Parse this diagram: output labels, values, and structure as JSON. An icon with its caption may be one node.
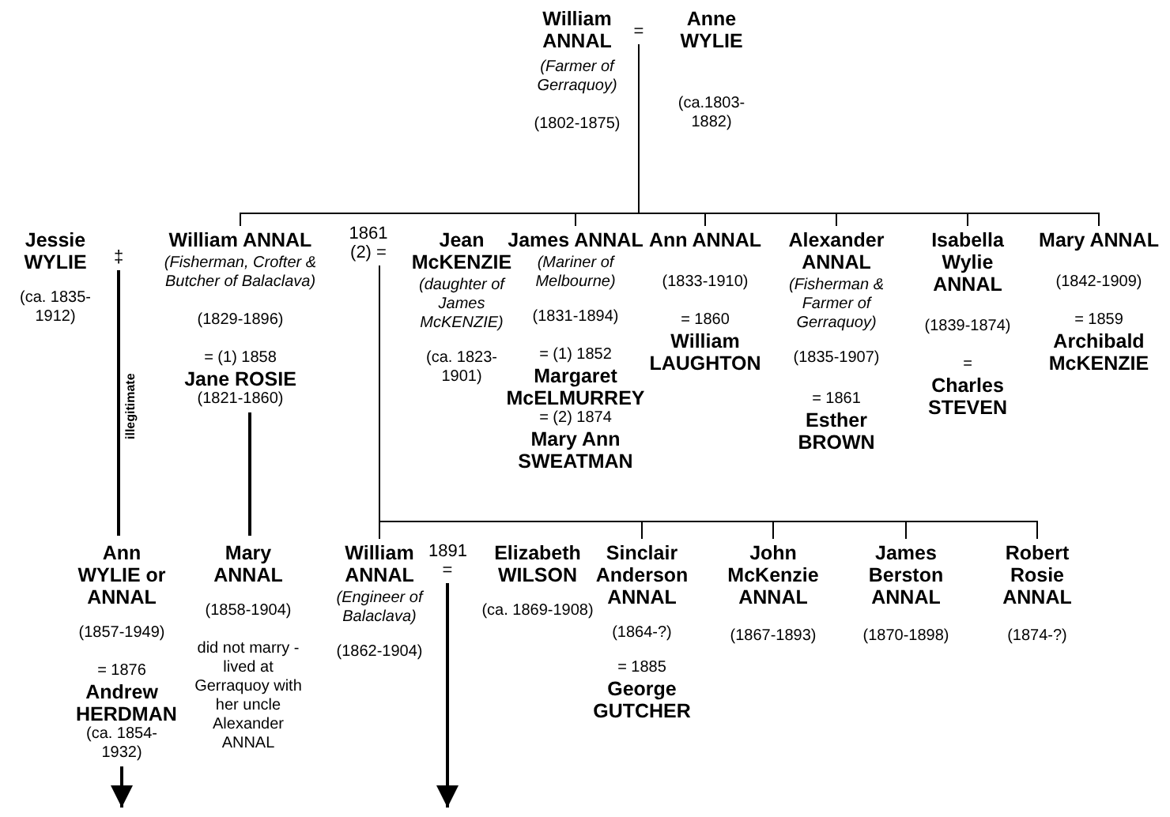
{
  "diagram": {
    "nodes": [
      {
        "text": [
          "William ANNAL",
          "(Farmer of Gerraquoy)",
          "(1802-1875)"
        ]
      },
      {
        "text": [
          "="
        ]
      },
      {
        "text": [
          "Anne WYLIE",
          "(ca.1803-1882)"
        ]
      },
      {
        "text": [
          "Jessie WYLIE",
          "(ca. 1835-1912)"
        ]
      },
      {
        "text": [
          "‡"
        ]
      },
      {
        "text": [
          "William ANNAL",
          "(Fisherman, Crofter & Butcher of Balaclava)",
          "(1829-1896)",
          "= (1) 1858",
          "Jane ROSIE",
          "(1821-1860)"
        ]
      },
      {
        "text": [
          "1861 (2) ="
        ]
      },
      {
        "text": [
          "Jean McKENZIE",
          "(daughter of James McKENZIE)",
          "(ca. 1823-1901)"
        ]
      },
      {
        "text": [
          "James ANNAL",
          "(Mariner of Melbourne)",
          "(1831-1894)",
          "= (1) 1852",
          "Margaret McELMURREY",
          "= (2) 1874",
          "Mary Ann SWEATMAN"
        ]
      },
      {
        "text": [
          "Ann ANNAL",
          "(1833-1910)",
          "= 1860",
          "William LAUGHTON"
        ]
      },
      {
        "text": [
          "Alexander ANNAL",
          "(Fisherman & Farmer of Gerraquoy)",
          "(1835-1907)",
          "= 1861",
          "Esther BROWN"
        ]
      },
      {
        "text": [
          "Isabella Wylie ANNAL",
          "(1839-1874)",
          "=",
          "Charles STEVEN"
        ]
      },
      {
        "text": [
          "Mary ANNAL",
          "(1842-1909)",
          "= 1859",
          "Archibald McKENZIE"
        ]
      },
      {
        "text": [
          "Ann WYLIE or ANNAL",
          "(1857-1949)",
          "= 1876",
          "Andrew HERDMAN",
          "(ca. 1854-1932)"
        ]
      },
      {
        "text": [
          "Mary ANNAL",
          "(1858-1904)",
          "did not marry - lived at Gerraquoy with her uncle Alexander ANNAL"
        ]
      },
      {
        "text": [
          "William ANNAL",
          "(Engineer of Balaclava)",
          "(1862-1904)"
        ]
      },
      {
        "text": [
          "1891 ="
        ]
      },
      {
        "text": [
          "Elizabeth WILSON",
          "(ca. 1869-1908)"
        ]
      },
      {
        "text": [
          "Sinclair Anderson ANNAL",
          "(1864-?)",
          "= 1885",
          "George GUTCHER"
        ]
      },
      {
        "text": [
          "John McKenzie ANNAL",
          "(1867-1893)"
        ]
      },
      {
        "text": [
          "James Berston ANNAL",
          "(1870-1898)"
        ]
      },
      {
        "text": [
          "Robert Rosie ANNAL",
          "(1874-?)"
        ]
      }
    ],
    "edges": [
      {
        "from": 1,
        "to": 5,
        "arrow": "none"
      },
      {
        "from": 1,
        "to": 8,
        "arrow": "none"
      },
      {
        "from": 1,
        "to": 9,
        "arrow": "none"
      },
      {
        "from": 1,
        "to": 10,
        "arrow": "none"
      },
      {
        "from": 1,
        "to": 11,
        "arrow": "none"
      },
      {
        "from": 1,
        "to": 12,
        "arrow": "none"
      },
      {
        "from": 4,
        "to": 13,
        "arrow": "none",
        "label": "illegitimate"
      },
      {
        "from": 5,
        "to": 14,
        "arrow": "none"
      },
      {
        "from": 6,
        "to": 15,
        "arrow": "none"
      },
      {
        "from": 6,
        "to": 18,
        "arrow": "none"
      },
      {
        "from": 6,
        "to": 19,
        "arrow": "none"
      },
      {
        "from": 6,
        "to": 20,
        "arrow": "none"
      },
      {
        "from": 6,
        "to": 21,
        "arrow": "none"
      },
      {
        "from": 13,
        "to": null,
        "arrow": "to"
      },
      {
        "from": 16,
        "to": null,
        "arrow": "to"
      }
    ]
  }
}
